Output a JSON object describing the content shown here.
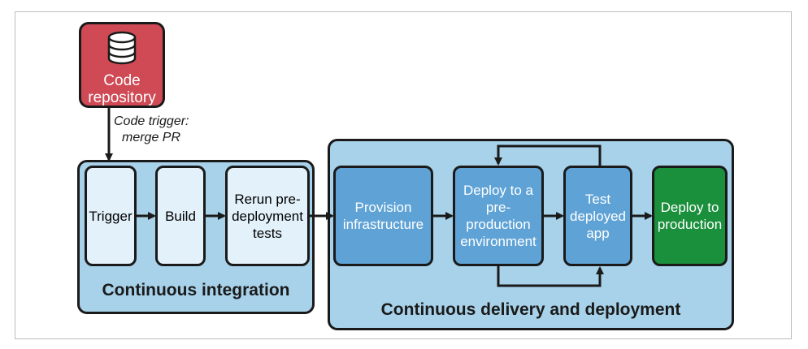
{
  "colors": {
    "repository_fill": "#cf4a55",
    "ci_group_fill": "#a8d2ea",
    "ci_step_fill": "#e3f1fa",
    "cd_group_fill": "#a8d2ea",
    "cd_step_fill": "#5fa3d6",
    "production_fill": "#1a8f3c",
    "outline": "#1a1a1a"
  },
  "repository": {
    "label": "Code repository",
    "icon": "database-icon"
  },
  "trigger_note": {
    "line1": "Code trigger:",
    "line2": "merge PR"
  },
  "ci": {
    "label": "Continuous integration",
    "steps": [
      "Trigger",
      "Build",
      "Rerun pre-deployment tests"
    ]
  },
  "cd": {
    "label": "Continuous delivery and deployment",
    "steps": [
      "Provision infrastructure",
      "Deploy to a pre-production environment",
      "Test deployed app",
      "Deploy to production"
    ]
  }
}
